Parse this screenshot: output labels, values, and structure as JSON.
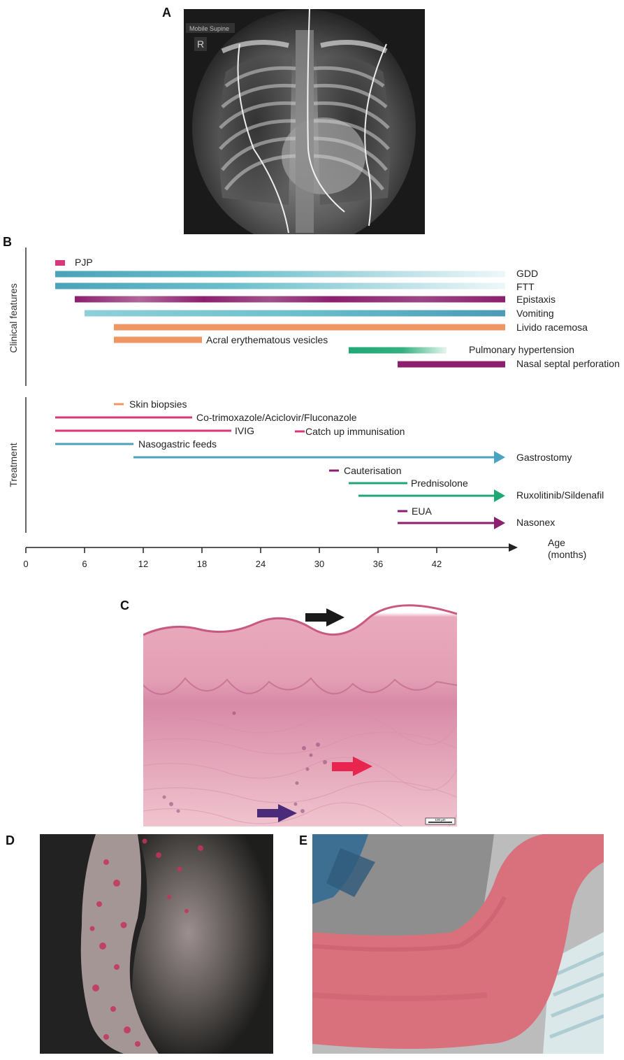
{
  "panels": {
    "a": "A",
    "b": "B",
    "c": "C",
    "d": "D",
    "e": "E"
  },
  "xray": {
    "label": "Mobile Supine",
    "marker": "R"
  },
  "histology": {
    "scale_label": "100 µm",
    "arrow_colors": [
      "#1a1a1a",
      "#e8254f",
      "#4b2a7a"
    ]
  },
  "colors": {
    "pink": "#d8377a",
    "teal": "#4aa3b8",
    "purple": "#8c1f6e",
    "orange": "#ee9763",
    "green": "#1fa876",
    "arrow_blue": "#4aa3c0"
  },
  "chart_data": {
    "type": "timeline",
    "xlabel": "Age\n(months)",
    "x_ticks": [
      0,
      6,
      12,
      18,
      24,
      30,
      36,
      42
    ],
    "x_range": [
      0,
      49
    ],
    "groups": [
      {
        "name": "Clinical features",
        "items": [
          {
            "label": "PJP",
            "start": 3,
            "end": 4,
            "color": "#d8377a",
            "style": "solid"
          },
          {
            "label": "GDD",
            "start": 3,
            "end": 49,
            "color": "#4aa3b8",
            "style": "fade-end"
          },
          {
            "label": "FTT",
            "start": 3,
            "end": 49,
            "color": "#4aa3b8",
            "style": "fade-end"
          },
          {
            "label": "Epistaxis",
            "start": 5,
            "end": 49,
            "color": "#8c1f6e",
            "style": "mottled"
          },
          {
            "label": "Vomiting",
            "start": 6,
            "end": 49,
            "color": "#4aa3b8",
            "style": "solid"
          },
          {
            "label": "Livido racemosa",
            "start": 9,
            "end": 49,
            "color": "#ee9763",
            "style": "solid"
          },
          {
            "label": "Acral erythematous vesicles",
            "start": 9,
            "end": 18,
            "color": "#ee9763",
            "style": "solid"
          },
          {
            "label": "Pulmonary hypertension",
            "start": 33,
            "end": 43,
            "color": "#1fa876",
            "style": "fade-end"
          },
          {
            "label": "Nasal septal perforation",
            "start": 38,
            "end": 49,
            "color": "#8c1f6e",
            "style": "solid"
          }
        ]
      },
      {
        "name": "Treatment",
        "items": [
          {
            "label": "Skin biopsies",
            "start": 9,
            "end": 10,
            "color": "#ee9763",
            "arrow": false
          },
          {
            "label": "Co-trimoxazole/Aciclovir/Fluconazole",
            "start": 3,
            "end": 17,
            "color": "#d8377a",
            "arrow": false
          },
          {
            "label": "IVIG",
            "start": 3,
            "end": 21,
            "color": "#d8377a",
            "arrow": false
          },
          {
            "label": "Catch up immunisation",
            "start": 27.5,
            "end": 28.5,
            "color": "#d8377a",
            "arrow": false
          },
          {
            "label": "Nasogastric feeds",
            "start": 3,
            "end": 11,
            "color": "#4aa3b8",
            "arrow": false
          },
          {
            "label": "Gastrostomy",
            "start": 11,
            "end": 49,
            "color": "#4aa3c0",
            "arrow": true
          },
          {
            "label": "Cauterisation",
            "start": 31,
            "end": 32,
            "color": "#8c1f6e",
            "arrow": false
          },
          {
            "label": "Prednisolone",
            "start": 33,
            "end": 39,
            "color": "#1fa876",
            "arrow": false
          },
          {
            "label": "Ruxolitinib/Sildenafil",
            "start": 34,
            "end": 49,
            "color": "#1fa876",
            "arrow": true
          },
          {
            "label": "EUA",
            "start": 38,
            "end": 39,
            "color": "#8c1f6e",
            "arrow": false
          },
          {
            "label": "Nasonex",
            "start": 38,
            "end": 49,
            "color": "#8c1f6e",
            "arrow": true
          }
        ]
      }
    ]
  }
}
